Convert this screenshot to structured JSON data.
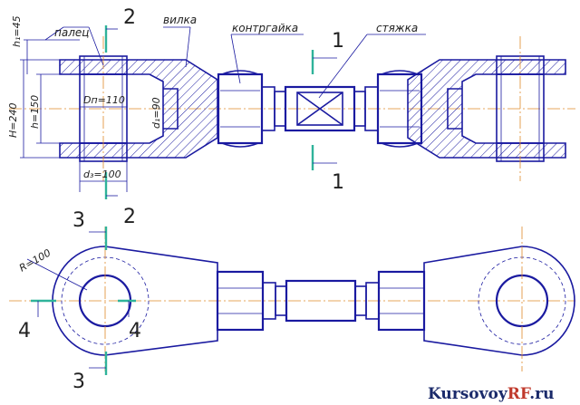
{
  "labels": {
    "palec": "палец",
    "vilka": "вилка",
    "kontrgaika": "контргайка",
    "styazhka": "стяжка"
  },
  "section_marks": {
    "s1_top": "1",
    "s1_bottom": "1",
    "s2_top": "2",
    "s2_bottom": "2",
    "s3_top": "3",
    "s3_bottom": "3",
    "s4_left": "4",
    "s4_right": "4"
  },
  "dimensions": {
    "h1": "h₁=45",
    "H": "H=240",
    "h": "h=150",
    "Dp": "Dп=110",
    "d1": "d₁=90",
    "d3": "d₃=100",
    "R": "R=100"
  },
  "watermark": {
    "part1": "Kursovoy",
    "part2": "RF",
    "part3": ".ru"
  },
  "colors": {
    "line": "#1a1aa0",
    "axis": "#e08a2a",
    "section": "#2fb39a",
    "watermark_dark": "#1a2a6a",
    "watermark_accent": "#c0392b"
  }
}
